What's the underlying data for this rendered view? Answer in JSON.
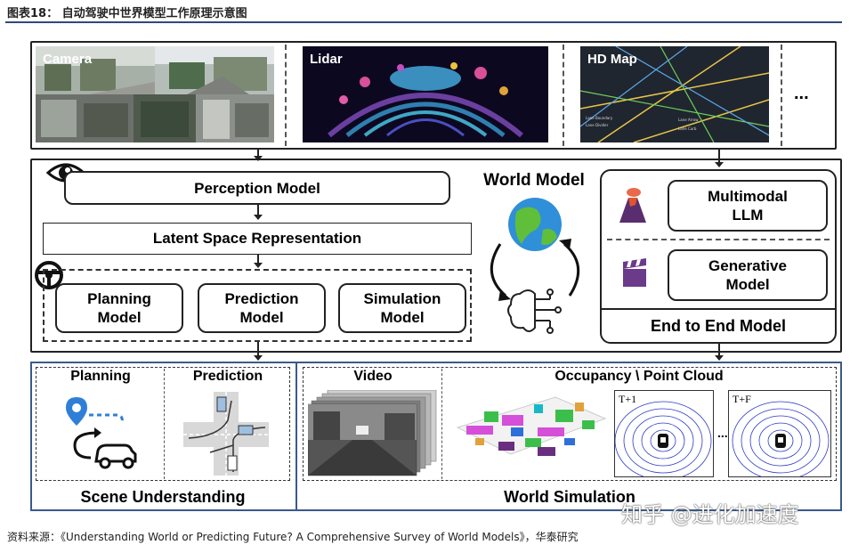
{
  "figure_title": "图表18：   自动驾驶中世界模型工作原理示意图",
  "inputs": {
    "camera_label": "Camera",
    "lidar_label": "Lidar",
    "hdmap_label": "HD Map",
    "more_label": "..."
  },
  "world_model_label": "World Model",
  "pipeline": {
    "perception": "Perception Model",
    "latent": "Latent Space Representation",
    "planning": "Planning\nModel",
    "prediction": "Prediction\nModel",
    "simulation": "Simulation\nModel"
  },
  "end_to_end": {
    "mllm": "Multimodal\nLLM",
    "generative": "Generative\nModel",
    "label": "End to End Model"
  },
  "scene": {
    "planning_label": "Planning",
    "prediction_label": "Prediction",
    "title": "Scene Understanding"
  },
  "world_sim": {
    "video_label": "Video",
    "occupancy_label": "Occupancy \\ Point Cloud",
    "frame1_label": "T+1",
    "frame2_label": "T+F",
    "ellipsis": "...",
    "title": "World Simulation"
  },
  "footer": "资料来源：《Understanding World or Predicting Future? A Comprehensive Survey of World Models》，华泰研究",
  "watermark": "知乎 @进化加速度",
  "colors": {
    "title_rule": "#2d4a7a",
    "panel_border": "#222222"
  }
}
